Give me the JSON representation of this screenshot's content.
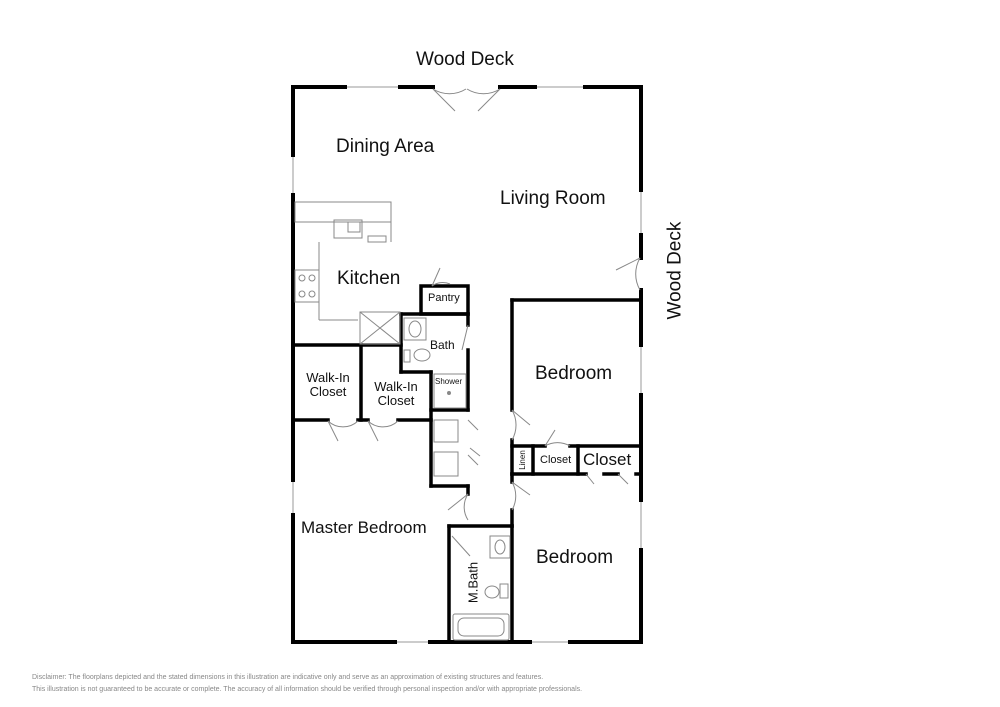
{
  "rooms": {
    "wood_deck_top": "Wood Deck",
    "wood_deck_right": "Wood Deck",
    "dining_area": "Dining Area",
    "living_room": "Living Room",
    "kitchen": "Kitchen",
    "pantry": "Pantry",
    "bath": "Bath",
    "shower": "Shower",
    "walkin_closet_1": "Walk-In\nCloset",
    "walkin_closet_2": "Walk-In\nCloset",
    "bedroom_1": "Bedroom",
    "bedroom_2": "Bedroom",
    "master_bedroom": "Master Bedroom",
    "master_bath": "M.Bath",
    "linen": "Linen",
    "closet_small": "Closet",
    "closet_large": "Closet"
  },
  "disclaimer": {
    "line1": "Disclaimer: The floorplans depicted and the stated dimensions in this illustration are indicative only and serve as an approximation of existing structures and features.",
    "line2": "This illustration is not guaranteed to be accurate or complete. The accuracy of all information should be verified through personal inspection and/or with appropriate professionals."
  },
  "colors": {
    "wall": "#000000",
    "fixture": "#888888",
    "window": "#cccccc"
  }
}
